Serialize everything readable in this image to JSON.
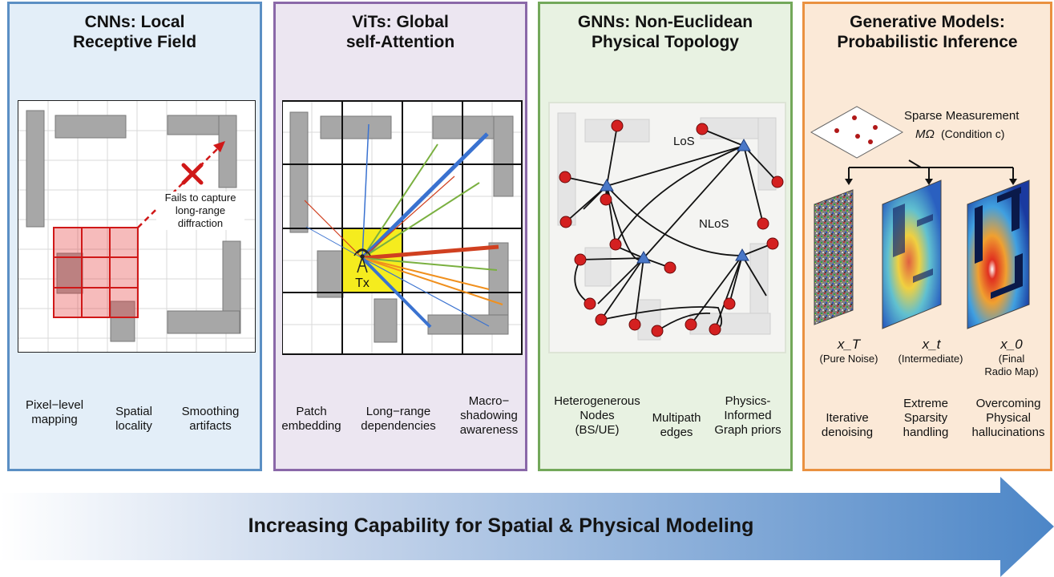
{
  "panels": [
    {
      "title": "CNNs: Local\nReceptive Field",
      "annotation": "Fails to capture\nlong-range\ndiffraction",
      "features": [
        "Pixel−level\nmapping",
        "Spatial\nlocality",
        "Smoothing\nartifacts"
      ]
    },
    {
      "title": "ViTs: Global\nself-Attention",
      "tx_label": "Tx",
      "features": [
        "Patch\nembedding",
        "Long−range\ndependencies",
        "Macro−\nshadowing\nawareness"
      ]
    },
    {
      "title": "GNNs: Non-Euclidean\nPhysical Topology",
      "los_label": "LoS",
      "nlos_label": "NLoS",
      "features": [
        "Heterogenerous\nNodes\n(BS/UE)",
        "Multipath\nedges",
        "Physics-\nInformed\nGraph priors"
      ]
    },
    {
      "title": "Generative Models:\nProbabilistic Inference",
      "measurement_line1": "Sparse Measurement",
      "measurement_symbol": "MΩ",
      "measurement_condition": "(Condition c)",
      "steps": [
        {
          "symbol": "x_T",
          "caption": "(Pure Noise)"
        },
        {
          "symbol": "x_t",
          "caption": "(Intermediate)"
        },
        {
          "symbol": "x_0",
          "caption": "(Final\nRadio Map)"
        }
      ],
      "features": [
        "Iterative\ndenoising",
        "Extreme\nSparsity\nhandling",
        "Overcoming\nPhysical\nhallucinations"
      ]
    }
  ],
  "banner": "Increasing Capability for Spatial & Physical Modeling",
  "colors": {
    "cnn": "#5b8fc4",
    "vit": "#8a68a8",
    "gnn": "#73a85a",
    "gen": "#ea9140",
    "node": "#d42020",
    "bs": "#4a78c8"
  }
}
